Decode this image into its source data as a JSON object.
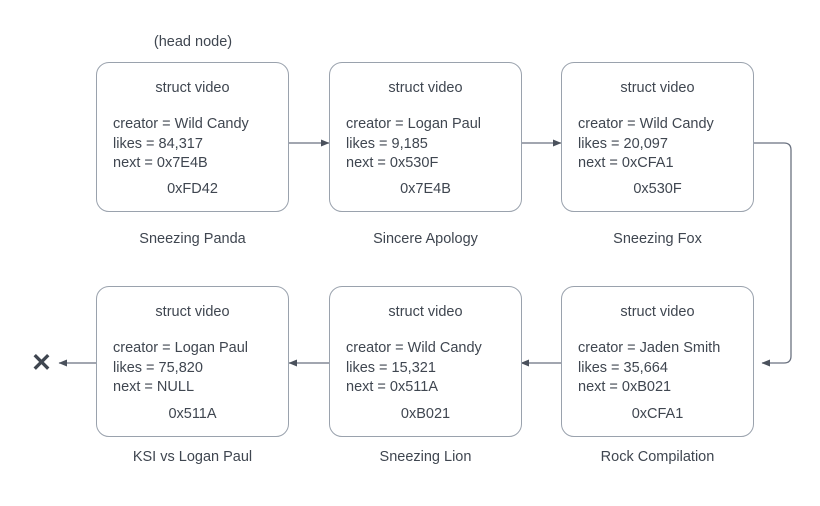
{
  "diagram": {
    "head_note": "(head node)",
    "struct_label": "struct video",
    "null_marker": "✕",
    "line_color": "#6b7280",
    "border_color": "#9aa2ad",
    "text_color": "#3f4650",
    "nodes": [
      {
        "title": "struct video",
        "creator": "creator = Wild Candy",
        "likes": "likes = 84,317",
        "next": "next = 0x7E4B",
        "address": "0xFD42",
        "caption": "Sneezing Panda"
      },
      {
        "title": "struct video",
        "creator": "creator = Logan Paul",
        "likes": "likes = 9,185",
        "next": "next = 0x530F",
        "address": "0x7E4B",
        "caption": "Sincere Apology"
      },
      {
        "title": "struct video",
        "creator": "creator = Wild Candy",
        "likes": "likes = 20,097",
        "next": "next = 0xCFA1",
        "address": "0x530F",
        "caption": "Sneezing Fox"
      },
      {
        "title": "struct video",
        "creator": "creator = Logan Paul",
        "likes": "likes = 75,820",
        "next": "next = NULL",
        "address": "0x511A",
        "caption": "KSI vs Logan Paul"
      },
      {
        "title": "struct video",
        "creator": "creator = Wild Candy",
        "likes": "likes = 15,321",
        "next": "next = 0x511A",
        "address": "0xB021",
        "caption": "Sneezing Lion"
      },
      {
        "title": "struct video",
        "creator": "creator = Jaden Smith",
        "likes": "likes = 35,664",
        "next": "next = 0xB021",
        "address": "0xCFA1",
        "caption": "Rock Compilation"
      }
    ]
  }
}
